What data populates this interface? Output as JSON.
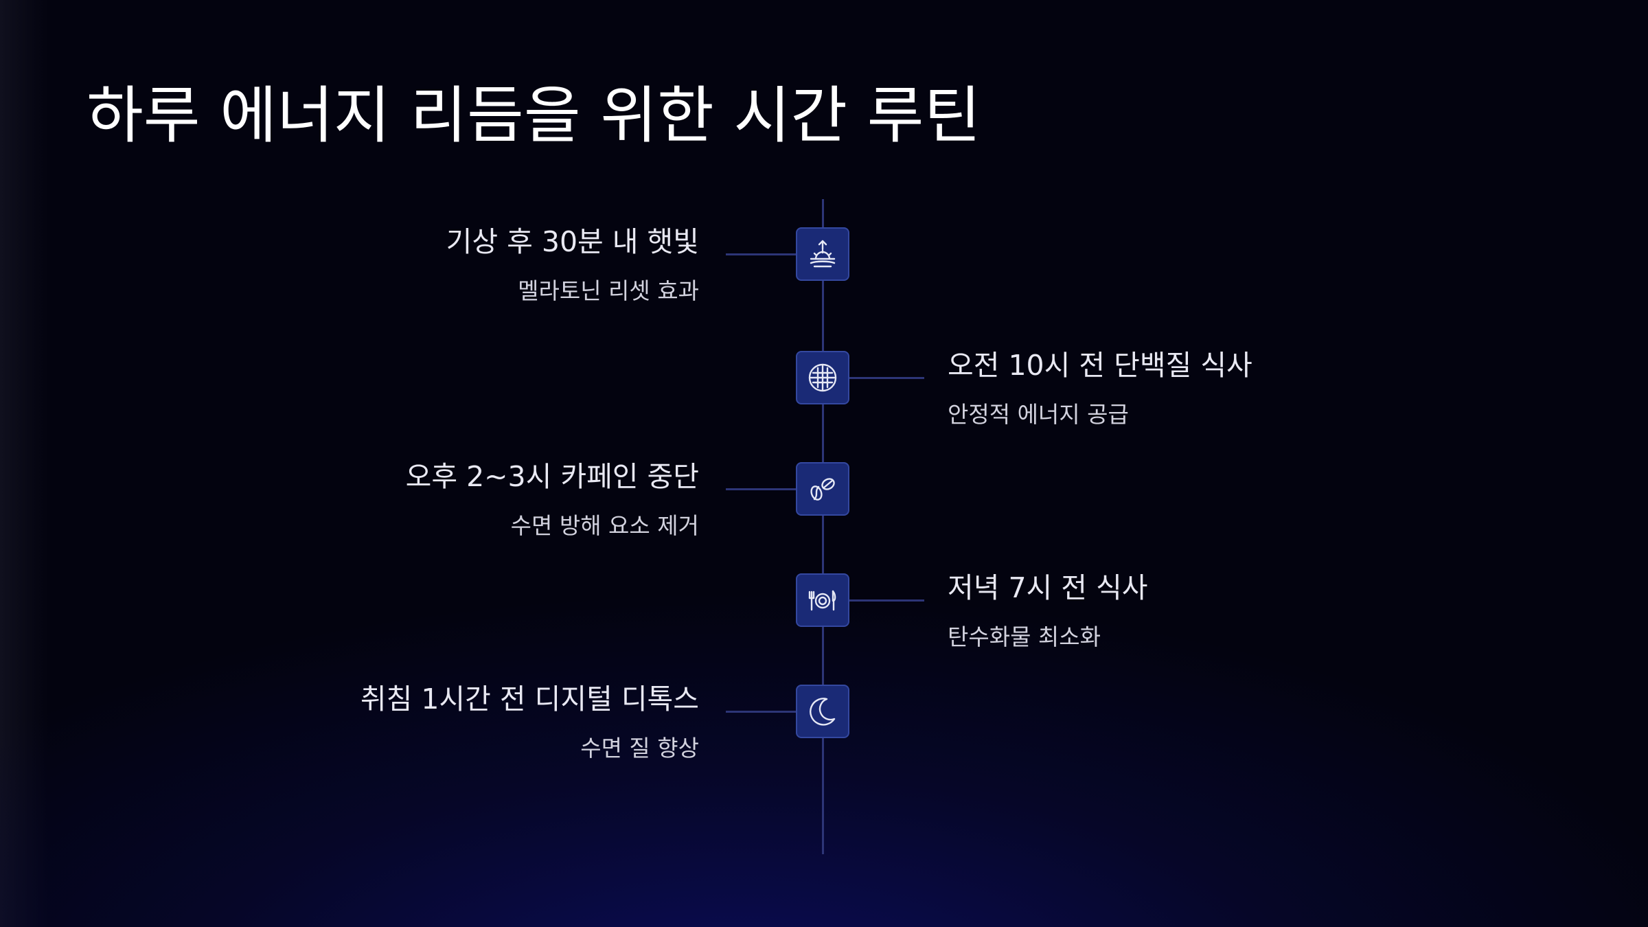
{
  "title": "하루 에너지 리듬을 위한 시간 루틴",
  "timeline": [
    {
      "title": "기상 후 30분 내 햇빛",
      "subtitle": "멜라토닌 리셋 효과",
      "icon": "sunrise-icon",
      "side": "left"
    },
    {
      "title": "오전 10시 전 단백질 식사",
      "subtitle": "안정적 에너지 공급",
      "icon": "waffle-icon",
      "side": "right"
    },
    {
      "title": "오후 2~3시 카페인 중단",
      "subtitle": "수면 방해 요소 제거",
      "icon": "coffee-beans-icon",
      "side": "left"
    },
    {
      "title": "저녁 7시 전 식사",
      "subtitle": "탄수화물 최소화",
      "icon": "plate-cutlery-icon",
      "side": "right"
    },
    {
      "title": "취침 1시간 전 디지털 디톡스",
      "subtitle": "수면 질 향상",
      "icon": "moon-icon",
      "side": "left"
    }
  ],
  "colors": {
    "background": "#03030f",
    "node_fill": "#1a2a76",
    "line": "#2d3577",
    "icon": "#e6e8f5"
  }
}
